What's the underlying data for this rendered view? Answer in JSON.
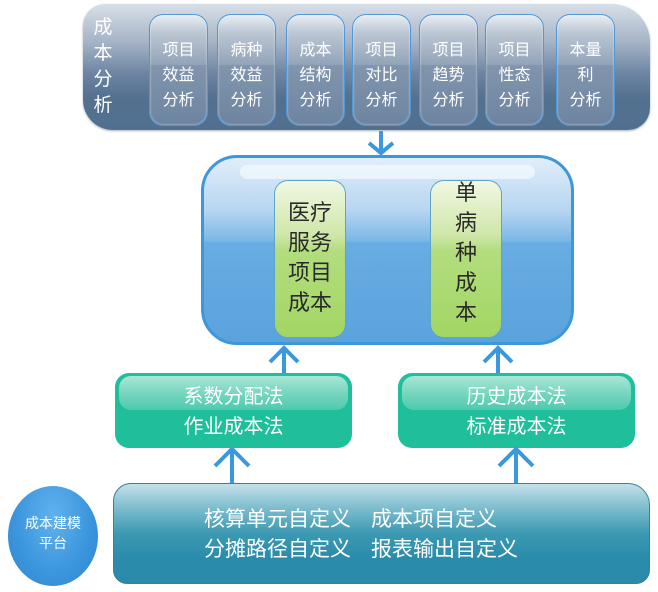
{
  "cost_analysis": {
    "title": "成本\n分析",
    "title_chars": [
      "成",
      "本",
      "分",
      "析"
    ],
    "items": [
      {
        "label": "项目\n效益\n分析"
      },
      {
        "label": "病种\n效益\n分析"
      },
      {
        "label": "成本\n结构\n分析"
      },
      {
        "label": "项目\n对比\n分析"
      },
      {
        "label": "项目\n趋势\n分析"
      },
      {
        "label": "项目\n性态\n分析"
      },
      {
        "label": "本量\n利\n分析"
      }
    ]
  },
  "cost_objects": {
    "items": [
      {
        "label": "医疗\n服务\n项目\n成本"
      },
      {
        "label": "单\n病\n种\n成\n本"
      }
    ]
  },
  "methods": {
    "left": {
      "line1": "系数分配法",
      "line2": "作业成本法"
    },
    "right": {
      "line1": "历史成本法",
      "line2": "标准成本法"
    }
  },
  "platform": {
    "badge_label": "成本建模\n平台",
    "row1": "核算单元自定义   成本项自定义",
    "row2": "分摊路径自定义   报表输出自定义"
  },
  "colors": {
    "top_bar": "#6d85a3",
    "center_border": "#3d97da",
    "center_fill": "#68ade2",
    "cost_item_fill": "#a3d664",
    "method_fill": "#1fbf9c",
    "platform_fill": "#2b8aa8",
    "platform_badge": "#3b95dc",
    "arrow": "#3b98da"
  }
}
